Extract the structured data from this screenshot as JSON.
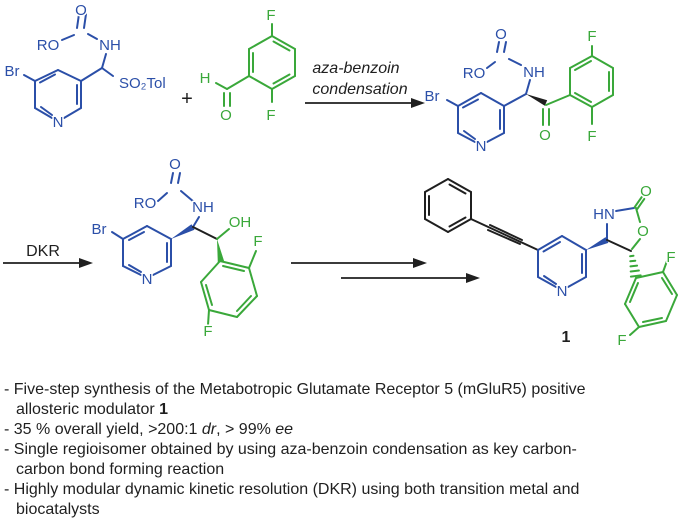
{
  "scheme": {
    "colors": {
      "blue": "#2b4fa8",
      "green": "#3aa83a",
      "black": "#1f1f1f"
    },
    "labels": {
      "o": "O",
      "ro": "RO",
      "nh": "NH",
      "hn": "HN",
      "br": "Br",
      "n": "N",
      "f": "F",
      "h": "H",
      "oh": "OH",
      "so2tol": "SO₂Tol",
      "plus": "+",
      "compound_number": "1"
    },
    "arrows": {
      "azabenzoin_line1": "aza-benzoin",
      "azabenzoin_line2": "condensation",
      "dkr": "DKR"
    }
  },
  "notes": {
    "line1": "- Five-step synthesis of the Metabotropic Glutamate Receptor 5 (mGluR5) positive",
    "line2_pre": "allosteric modulator ",
    "line2_bold": "1",
    "line3_pre": "- 35 % overall yield, >200:1 ",
    "line3_italic1": "dr",
    "line3_mid": ", > 99% ",
    "line3_italic2": "ee",
    "line4": "- Single regioisomer obtained by using aza-benzoin condensation as key carbon-",
    "line5": "carbon bond forming reaction",
    "line6": "- Highly modular dynamic kinetic resolution (DKR) using both transition metal and",
    "line7": "biocatalysts"
  }
}
